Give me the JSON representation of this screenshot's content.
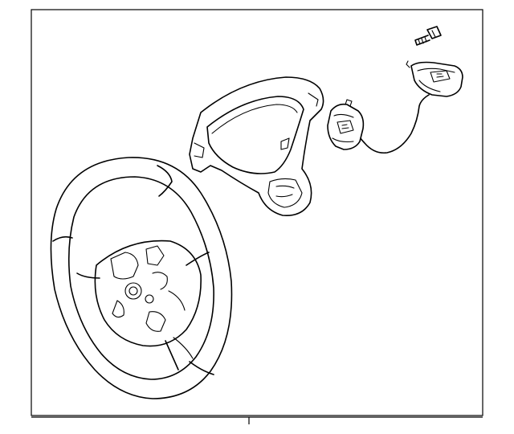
{
  "diagram": {
    "parts": [
      {
        "id": "steering-wheel",
        "icon": "steering-wheel-icon"
      },
      {
        "id": "wheel-trim-cover",
        "icon": "trim-cover-icon"
      },
      {
        "id": "switch-left",
        "icon": "switch-icon"
      },
      {
        "id": "switch-right",
        "icon": "switch-icon"
      },
      {
        "id": "bolt",
        "icon": "bolt-icon"
      }
    ],
    "frame_color": "#000000",
    "background_color": "#ffffff"
  }
}
